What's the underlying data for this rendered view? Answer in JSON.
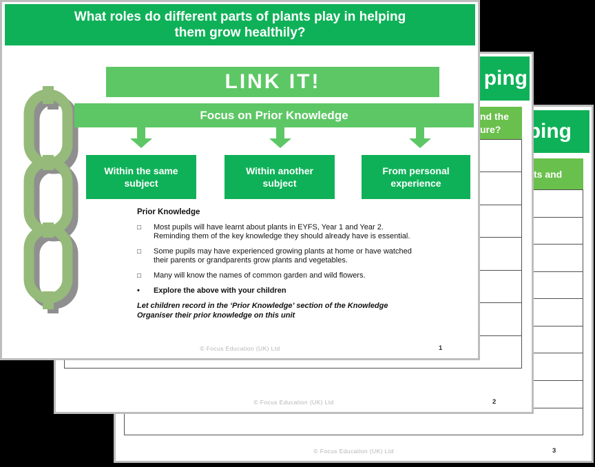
{
  "colors": {
    "background": "#000000",
    "slide_border": "#bdbdbd",
    "dark_green": "#0fb158",
    "light_green": "#5dc765",
    "sub_banner_green": "#6ac04c",
    "chain_green": "#95ba7a",
    "chain_shadow": "#8f8f8f",
    "table_border": "#4f4f4f",
    "footer_gray": "#b4b4b4"
  },
  "slide1": {
    "title_line1": "What roles do different parts of plants play in helping",
    "title_line2": "them grow healthily?",
    "link_it_label": "LINK IT!",
    "focus_label": "Focus on Prior Knowledge",
    "boxes": [
      "Within the same subject",
      "Within another subject",
      "From personal experience"
    ],
    "body": {
      "heading": "Prior Knowledge",
      "bullet_glyph": "□",
      "dot_glyph": "•",
      "bullets": [
        "Most pupils will have learnt about plants in EYFS, Year 1 and Year 2. Reminding them of the key knowledge they should already have is essential.",
        "Some pupils may have experienced growing plants at home or have watched their parents or grandparents grow plants and vegetables.",
        "Many will know the names of common garden and wild flowers."
      ],
      "explore_note": "Explore the above with your children",
      "italic_note": "Let children record in the ‘Prior Knowledge’ section of the Knowledge Organiser their prior knowledge on this unit"
    },
    "footer": "© Focus Education (UK) Ltd",
    "page_number": "1"
  },
  "slide2": {
    "title_fragment": "ping",
    "banner_fragment_line1": "nd the",
    "banner_fragment_line2": "ure?",
    "table_row_count": 7,
    "footer": "© Focus Education (UK) Ltd",
    "page_number": "2"
  },
  "slide3": {
    "title_fragment": "ping",
    "banner_fragment": "ts and",
    "table_row_count": 9,
    "footer": "© Focus Education (UK) Ltd",
    "page_number": "3"
  }
}
